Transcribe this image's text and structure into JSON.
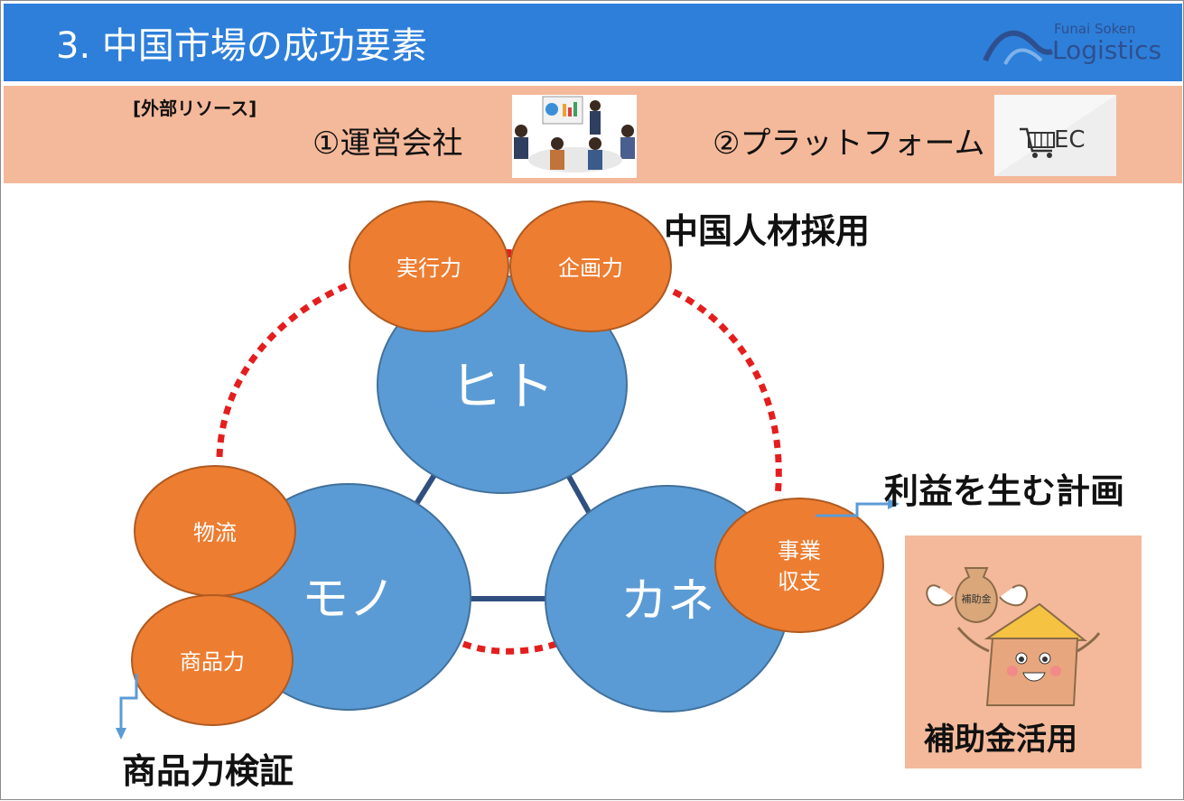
{
  "header": {
    "title": "3.  中国市場の成功要素",
    "logo_top": "Funai Soken",
    "logo_main": "Logistics"
  },
  "resources": {
    "label": "[外部リソース]",
    "item1": "①運営会社",
    "item2": "②プラットフォーム",
    "ec_label": "EC"
  },
  "diagram": {
    "center": {
      "hito": "ヒト",
      "mono": "モノ",
      "kane": "カネ"
    },
    "sub": {
      "jikko": "実行力",
      "kikaku": "企画力",
      "butsuryu": "物流",
      "shohin": "商品力",
      "jigyo_line1": "事業",
      "jigyo_line2": "収支"
    },
    "callouts": {
      "jinzai": "中国人材採用",
      "keikaku": "利益を生む計画",
      "kensho": "商品力検証"
    },
    "colors": {
      "blue": "#5b9bd5",
      "orange": "#ed7d31",
      "dotted": "#e41e1e",
      "connector": "#2f4f7f"
    }
  },
  "subsidy": {
    "label": "補助金活用",
    "bag_label": "補助金"
  }
}
